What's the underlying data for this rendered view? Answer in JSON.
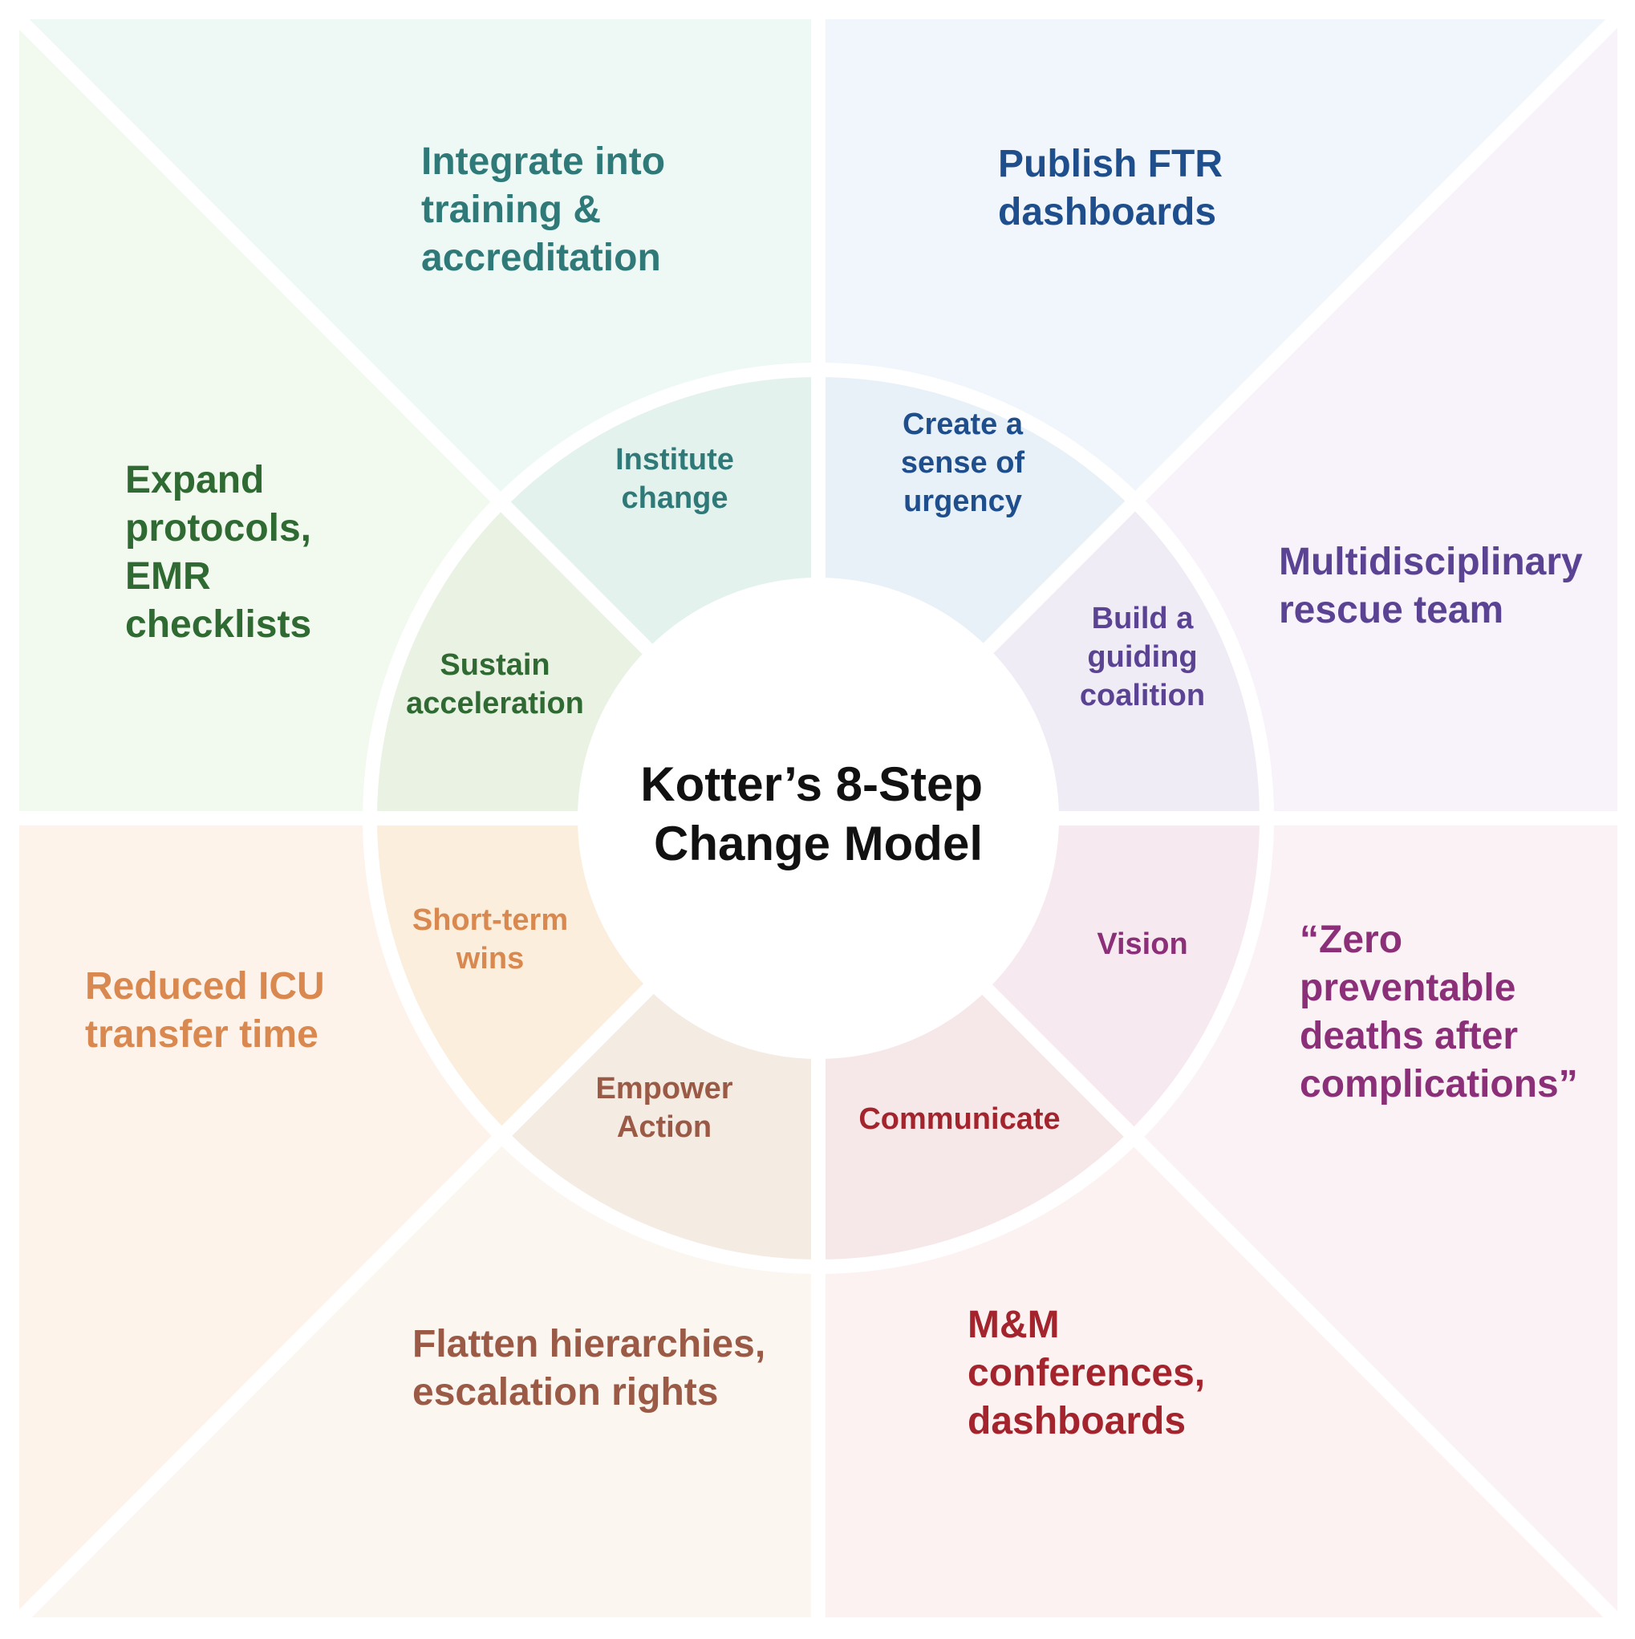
{
  "center": {
    "title_lines": [
      "Kotter’s 8-Step",
      "Change Model"
    ]
  },
  "steps": [
    {
      "id": "urgency",
      "step_lines": [
        "Create a",
        "sense of",
        "urgency"
      ],
      "action_lines": [
        "Publish FTR",
        "dashboards"
      ],
      "color": "#1f4e8c",
      "inner_fill": "#e8f0f8",
      "outer_fill": "#f1f6fc"
    },
    {
      "id": "coalition",
      "step_lines": [
        "Build a",
        "guiding",
        "coalition"
      ],
      "action_lines": [
        "Multidisciplinary",
        "rescue team"
      ],
      "color": "#5b4394",
      "inner_fill": "#f0ecf6",
      "outer_fill": "#f8f3fb"
    },
    {
      "id": "vision",
      "step_lines": [
        "Vision"
      ],
      "action_lines": [
        "“Zero",
        "preventable",
        "deaths after",
        "complications”"
      ],
      "color": "#8b2f78",
      "inner_fill": "#f6e9ef",
      "outer_fill": "#fbf2f6"
    },
    {
      "id": "communicate",
      "step_lines": [
        "Communicate"
      ],
      "action_lines": [
        "M&M",
        "conferences,",
        "dashboards"
      ],
      "color": "#a3242c",
      "inner_fill": "#f6e8e8",
      "outer_fill": "#fcf2f1"
    },
    {
      "id": "empower",
      "step_lines": [
        "Empower",
        "Action"
      ],
      "action_lines": [
        "Flatten hierarchies,",
        "escalation rights"
      ],
      "color": "#9a5a45",
      "inner_fill": "#f4ebe3",
      "outer_fill": "#fcf6f1"
    },
    {
      "id": "wins",
      "step_lines": [
        "Short-term",
        "wins"
      ],
      "action_lines": [
        "Reduced ICU",
        "transfer time"
      ],
      "color": "#d9894f",
      "inner_fill": "#fbeedd",
      "outer_fill": "#fdf3ea"
    },
    {
      "id": "sustain",
      "step_lines": [
        "Sustain",
        "acceleration"
      ],
      "action_lines": [
        "Expand",
        "protocols,",
        "EMR",
        "checklists"
      ],
      "color": "#2f6a33",
      "inner_fill": "#eaf2e4",
      "outer_fill": "#f2f9ef"
    },
    {
      "id": "institute",
      "step_lines": [
        "Institute",
        "change"
      ],
      "action_lines": [
        "Integrate into",
        "training &",
        "accreditation"
      ],
      "color": "#2f7a78",
      "inner_fill": "#e4f2ee",
      "outer_fill": "#eef9f5"
    }
  ]
}
